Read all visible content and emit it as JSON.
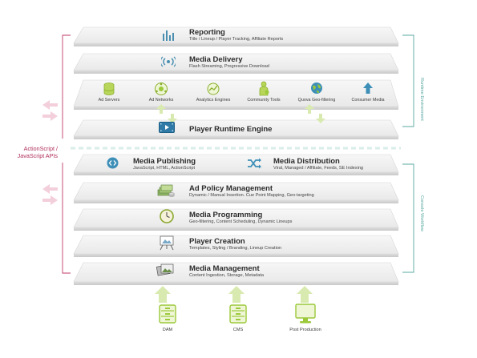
{
  "layers": {
    "reporting": {
      "title": "Reporting",
      "subtitle": "Title / Lineup / Player Tracking, Affiliate Reports"
    },
    "media_delivery": {
      "title": "Media Delivery",
      "subtitle": "Flash Streaming, Progressive Download"
    },
    "player_runtime": {
      "title": "Player Runtime Engine"
    },
    "media_publishing": {
      "title": "Media Publishing",
      "subtitle": "JavaScript, HTML, ActionScript"
    },
    "media_distribution": {
      "title": "Media Distribution",
      "subtitle": "Viral, Managed / Affiliate, Feeds, SE Indexing"
    },
    "ad_policy": {
      "title": "Ad Policy Management",
      "subtitle": "Dynamic / Manual Insertion. Cue Point Mapping, Geo-targeting"
    },
    "media_programming": {
      "title": "Media Programming",
      "subtitle": "Geo-filtering, Content Scheduling, Dynamic Lineups"
    },
    "player_creation": {
      "title": "Player Creation",
      "subtitle": "Templates, Styling / Branding, Lineup Creation"
    },
    "media_management": {
      "title": "Media Management",
      "subtitle": "Content Ingestion, Storage, Metadata"
    }
  },
  "services": [
    "Ad Servers",
    "Ad Networks",
    "Analytics Engines",
    "Community Tools",
    "Quova Geo-filtering",
    "Consumer Media"
  ],
  "sources": [
    "DAM",
    "CMS",
    "Post Production"
  ],
  "side_labels": {
    "runtime": "Runtime Environment",
    "console": "Console Workflow"
  },
  "api_label": [
    "ActionScript /",
    "JavaScript APIs"
  ],
  "colors": {
    "green": "#9cc93a",
    "green_light": "#d9eab0",
    "teal": "#58a8a0",
    "pink": "#c03a68",
    "pink_light": "#f3cfdc",
    "panel": "#f3f3f3",
    "edge": "#d2d2d2"
  }
}
